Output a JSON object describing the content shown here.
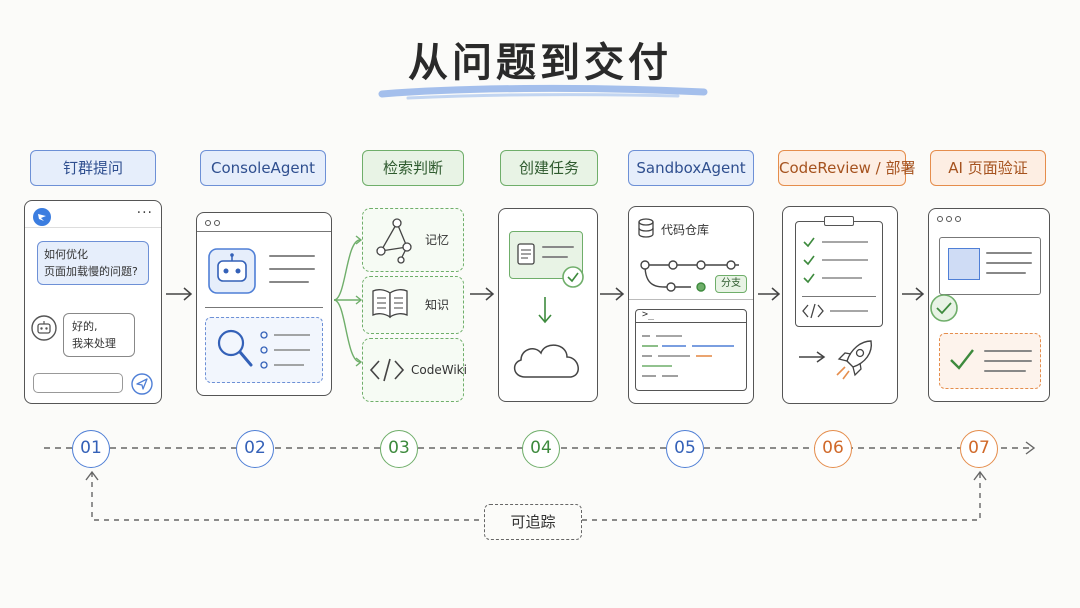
{
  "title": "从问题到交付",
  "steps": [
    {
      "num": "01",
      "label": "钉群提问"
    },
    {
      "num": "02",
      "label": "ConsoleAgent"
    },
    {
      "num": "03",
      "label": "检索判断"
    },
    {
      "num": "04",
      "label": "创建任务"
    },
    {
      "num": "05",
      "label": "SandboxAgent"
    },
    {
      "num": "06",
      "label": "CodeReview / 部署"
    },
    {
      "num": "07",
      "label": "AI 页面验证"
    }
  ],
  "chat": {
    "question": "如何优化\n页面加载慢的问题?",
    "answer": "好的,\n我来处理"
  },
  "retrieval": {
    "items": [
      "记忆",
      "知识",
      "CodeWiki"
    ]
  },
  "sandbox": {
    "repo_label": "代码仓库",
    "branch_label": "分支",
    "terminal_prompt": ">_"
  },
  "trace_label": "可追踪",
  "colors": {
    "blue": "#4f7fd6",
    "green": "#6fae6a",
    "orange": "#e58d4c"
  }
}
